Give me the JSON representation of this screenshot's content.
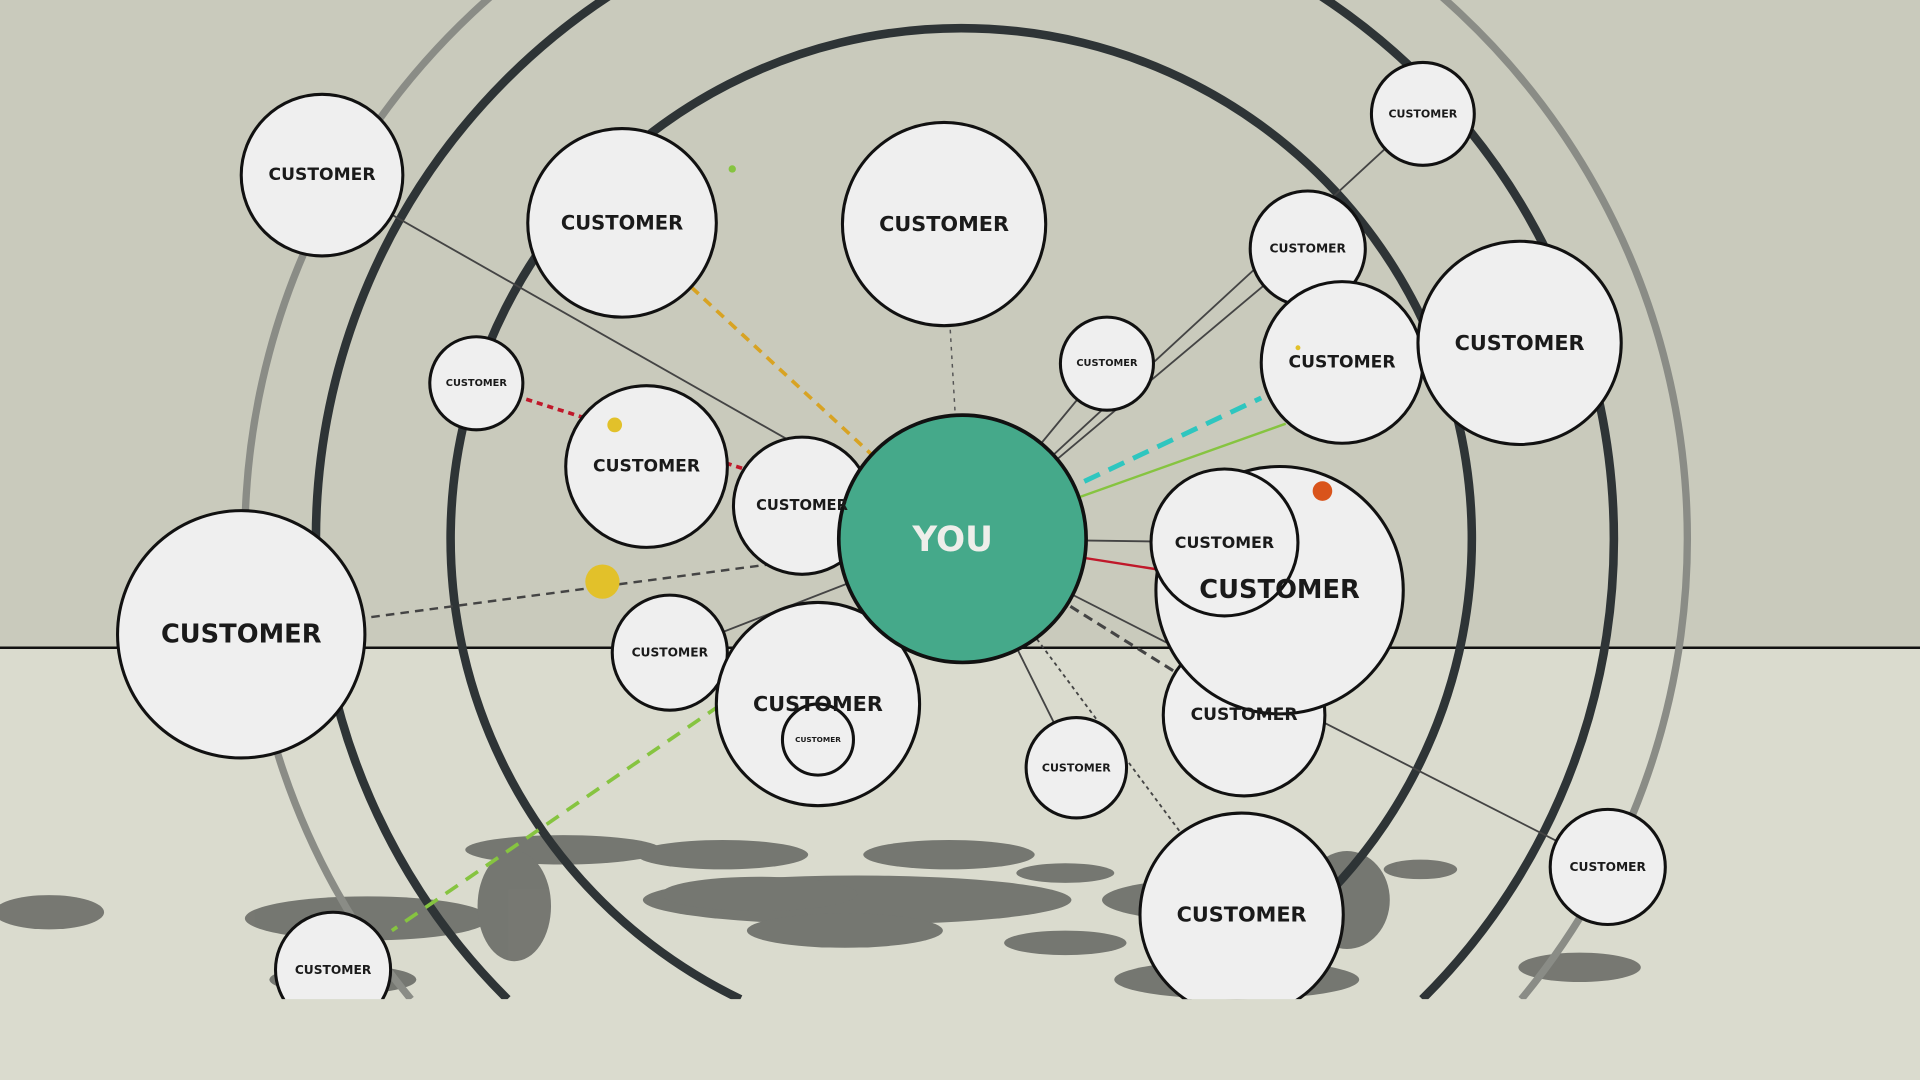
{
  "center": {
    "label": "YOU"
  },
  "customers": [
    {
      "label": "CUSTOMER"
    },
    {
      "label": "CUSTOMER"
    },
    {
      "label": "CUSTOMER"
    },
    {
      "label": "CUSTOMER"
    },
    {
      "label": "CUSTOMER"
    },
    {
      "label": "CUSTOMER"
    },
    {
      "label": "CUSTOMER"
    },
    {
      "label": "CUSTOMER"
    },
    {
      "label": "CUSTOMER"
    },
    {
      "label": "CUSTOMER"
    },
    {
      "label": "CUSTOMER"
    },
    {
      "label": "CUSTOMER"
    },
    {
      "label": "CUSTOMER"
    },
    {
      "label": "CUSTOMER"
    },
    {
      "label": "CUSTOMER"
    },
    {
      "label": "CUSTOMER"
    },
    {
      "label": "CUSTOMER"
    },
    {
      "label": "CUSTOMER"
    },
    {
      "label": "CUSTOMER"
    },
    {
      "label": "CUSTOMER"
    },
    {
      "label": "CUSTOMER"
    },
    {
      "label": "CUSTOMER"
    }
  ],
  "colors": {
    "you_fill": "#45a98a",
    "customer_fill": "#efefef",
    "sky": "#c9cabc",
    "ground": "#dadbce",
    "ring_dark": "#2e3436",
    "ring_light": "#8a8c86",
    "shadow": "#6b6d68",
    "link_yellow": "#d8a323",
    "link_red": "#c0182a",
    "link_cyan": "#2ec6bf",
    "link_green": "#86c440"
  }
}
